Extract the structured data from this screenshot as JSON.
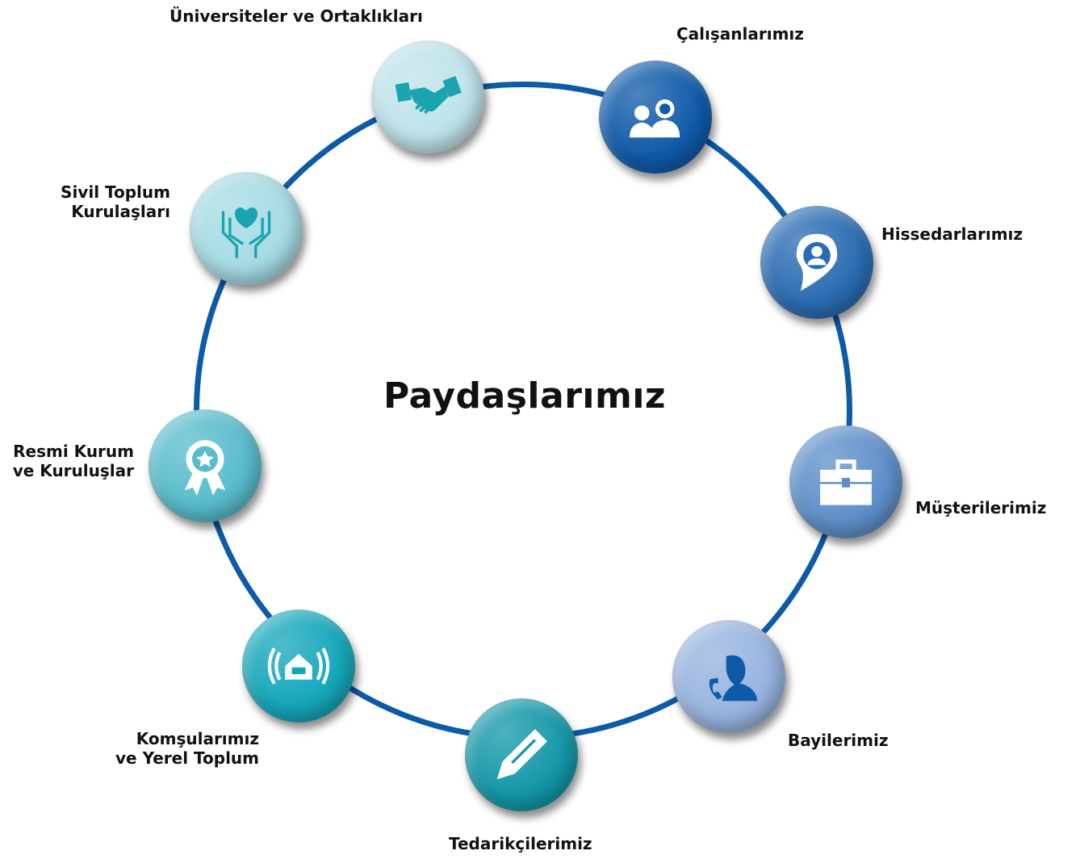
{
  "title": "Paydaşlarımız",
  "nodes": [
    {
      "key": "universiteler",
      "label_lines": [
        "Üniversiteler ve Ortaklıkları"
      ],
      "icon": "handshake-icon",
      "color": "#bfe3ea"
    },
    {
      "key": "calisanlar",
      "label_lines": [
        "Çalışanlarımız"
      ],
      "icon": "people-icon",
      "color": "#0f5aa8"
    },
    {
      "key": "hissedarlar",
      "label_lines": [
        "Hissedarlarımız"
      ],
      "icon": "location-person-icon",
      "color": "#2a6cb2"
    },
    {
      "key": "musteriler",
      "label_lines": [
        "Müşterilerimiz"
      ],
      "icon": "briefcase-icon",
      "color": "#5e8fc9"
    },
    {
      "key": "bayiler",
      "label_lines": [
        "Bayilerimiz"
      ],
      "icon": "phone-person-icon",
      "color": "#97b3df"
    },
    {
      "key": "tedarikciler",
      "label_lines": [
        "Tedarikçilerimiz"
      ],
      "icon": "pencil-icon",
      "color": "#1397a8"
    },
    {
      "key": "komsular",
      "label_lines": [
        "Komşularımız",
        "ve Yerel Toplum"
      ],
      "icon": "house-signal-icon",
      "color": "#14a7bb"
    },
    {
      "key": "resmi",
      "label_lines": [
        "Resmi Kurum",
        "ve Kuruluşlar"
      ],
      "icon": "award-icon",
      "color": "#58bccc"
    },
    {
      "key": "sivil",
      "label_lines": [
        "Sivil Toplum",
        "Kurulaşları"
      ],
      "icon": "heart-hands-icon",
      "color": "#a6dbe4"
    }
  ]
}
